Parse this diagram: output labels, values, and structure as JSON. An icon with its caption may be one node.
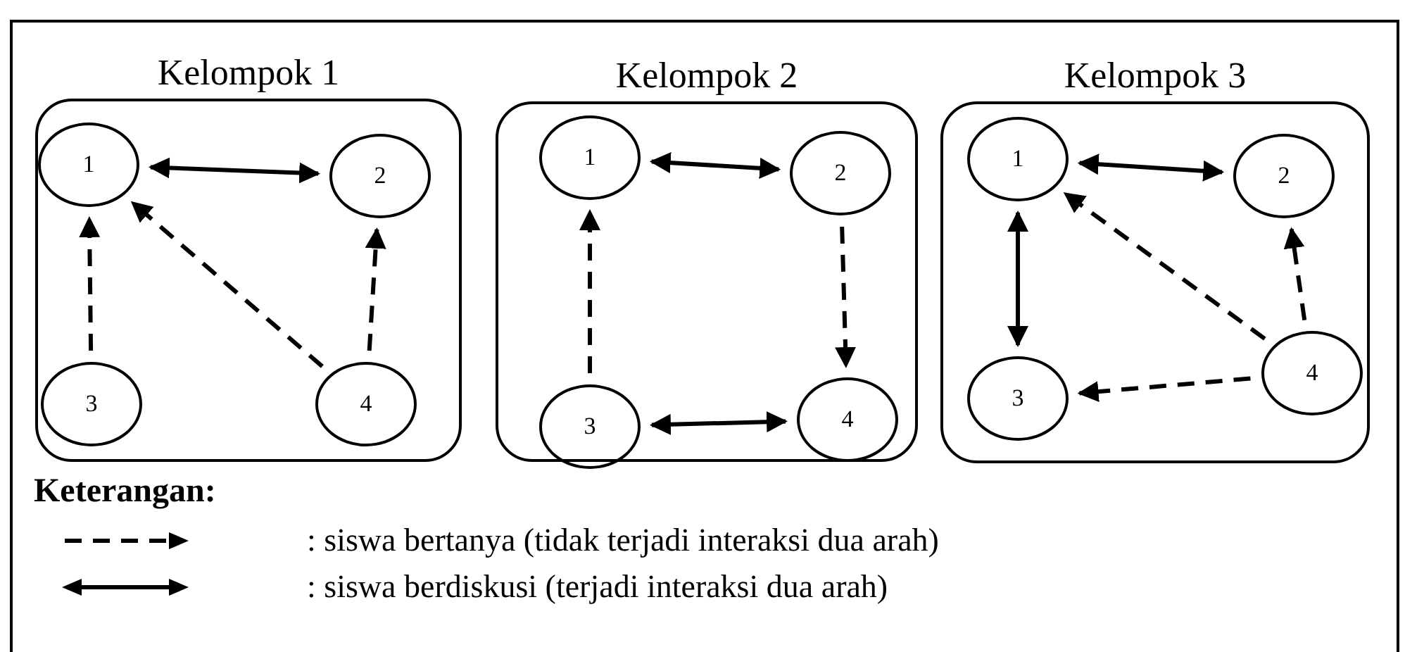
{
  "diagram": {
    "nodes": [
      {
        "text": [
          "Kelompok 1"
        ]
      },
      {
        "text": [
          "1"
        ],
        "in": 0
      },
      {
        "text": [
          "2"
        ],
        "in": 0
      },
      {
        "text": [
          "3"
        ],
        "in": 0
      },
      {
        "text": [
          "4"
        ],
        "in": 0
      },
      {
        "text": [
          "Kelompok 2"
        ]
      },
      {
        "text": [
          "1"
        ],
        "in": 5
      },
      {
        "text": [
          "2"
        ],
        "in": 5
      },
      {
        "text": [
          "3"
        ],
        "in": 5
      },
      {
        "text": [
          "4"
        ],
        "in": 5
      },
      {
        "text": [
          "Kelompok 3"
        ]
      },
      {
        "text": [
          "1"
        ],
        "in": 10
      },
      {
        "text": [
          "2"
        ],
        "in": 10
      },
      {
        "text": [
          "3"
        ],
        "in": 10
      },
      {
        "text": [
          "4"
        ],
        "in": 10
      }
    ],
    "edges": [
      {
        "from": 1,
        "to": 2,
        "arrow": "both"
      },
      {
        "from": 3,
        "to": 1,
        "arrow": "to",
        "style": "dashed"
      },
      {
        "from": 4,
        "to": 1,
        "arrow": "to",
        "style": "dashed"
      },
      {
        "from": 4,
        "to": 2,
        "arrow": "to",
        "style": "dashed"
      },
      {
        "from": 6,
        "to": 7,
        "arrow": "both"
      },
      {
        "from": 7,
        "to": 9,
        "arrow": "to",
        "style": "dashed"
      },
      {
        "from": 8,
        "to": 6,
        "arrow": "to",
        "style": "dashed"
      },
      {
        "from": 8,
        "to": 9,
        "arrow": "both"
      },
      {
        "from": 11,
        "to": 12,
        "arrow": "both"
      },
      {
        "from": 11,
        "to": 13,
        "arrow": "both"
      },
      {
        "from": 14,
        "to": 11,
        "arrow": "to",
        "style": "dashed"
      },
      {
        "from": 14,
        "to": 12,
        "arrow": "to",
        "style": "dashed"
      },
      {
        "from": 14,
        "to": 13,
        "arrow": "to",
        "style": "dashed"
      }
    ],
    "labels": [
      "Keterangan:"
    ],
    "legend": [
      {
        "text": ": siswa bertanya (tidak terjadi interaksi dua arah)"
      },
      {
        "text": ": siswa berdiskusi (terjadi interaksi dua arah)"
      }
    ]
  }
}
